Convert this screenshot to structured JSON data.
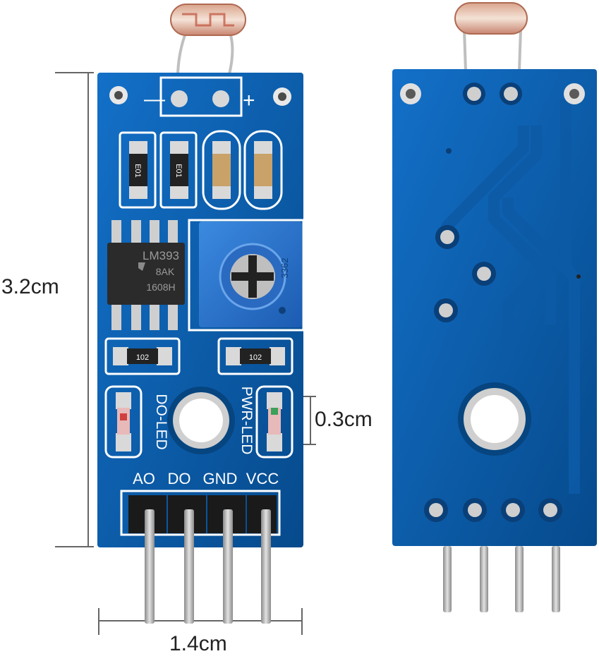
{
  "dimensions": {
    "height_label": "3.2cm",
    "width_label": "1.4cm",
    "hole_label": "0.3cm"
  },
  "front_board": {
    "power_marks": {
      "minus": "—",
      "plus": "+"
    },
    "resistor_codes": [
      "E01",
      "E01"
    ],
    "chip": {
      "line1": "LM393",
      "line2": "8AK",
      "line3": "1608H"
    },
    "potentiometer_code": "3362",
    "smd_codes": [
      "102",
      "102"
    ],
    "led_labels": {
      "do_led": "DO-LED",
      "pwr_led": "PWR-LED"
    },
    "pin_labels": [
      "AO",
      "DO",
      "GND",
      "VCC"
    ]
  },
  "colors": {
    "pcb_blue": "#0a5fb0",
    "pcb_dark": "#06457f",
    "silkscreen": "#ffffff",
    "header_black": "#1a1a1a",
    "pin_metal": "#b8b8b8"
  }
}
